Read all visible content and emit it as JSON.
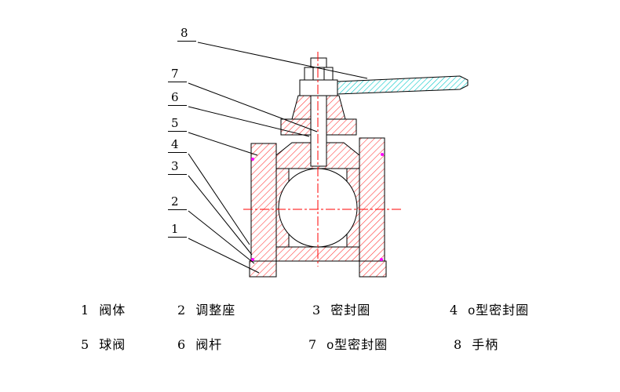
{
  "callouts": [
    "8",
    "7",
    "6",
    "5",
    "4",
    "3",
    "2",
    "1"
  ],
  "legend": {
    "items": [
      {
        "num": "1",
        "label": "阀体"
      },
      {
        "num": "2",
        "label": "调整座"
      },
      {
        "num": "3",
        "label": "密封圈"
      },
      {
        "num": "4",
        "label": "o型密封圈"
      },
      {
        "num": "5",
        "label": "球阀"
      },
      {
        "num": "6",
        "label": "阀杆"
      },
      {
        "num": "7",
        "label": "o型密封圈"
      },
      {
        "num": "8",
        "label": "手柄"
      }
    ]
  },
  "colors": {
    "background": "#ffffff",
    "outline": "#000000",
    "hatch_red": "#ff3030",
    "handle_cyan": "#00c8c8",
    "centerline_red": "#ff0000",
    "dot_magenta": "#ff00ff"
  }
}
